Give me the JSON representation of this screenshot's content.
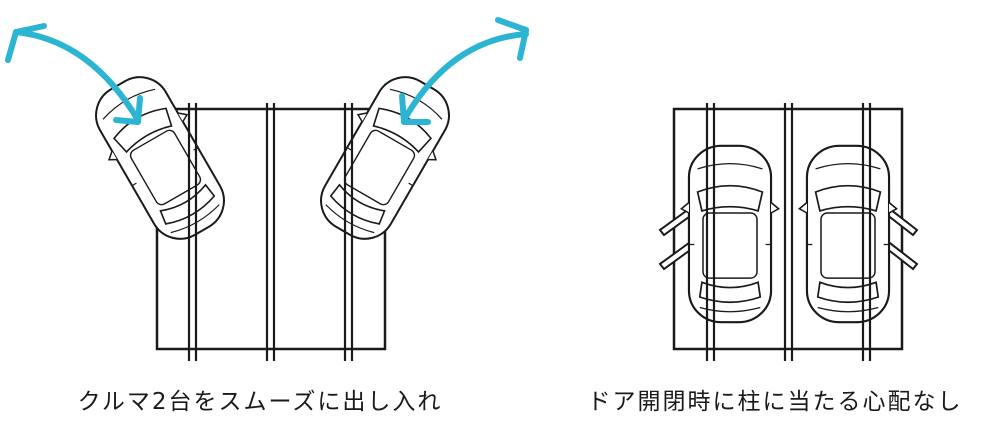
{
  "panels": [
    {
      "caption": "クルマ2台をスムーズに出し入れ",
      "car_count": 2,
      "pillar_count": 3
    },
    {
      "caption": "ドア開閉時に柱に当たる心配なし",
      "car_count": 2,
      "pillar_count": 3
    }
  ],
  "colors": {
    "arrow": "#2bb5d3",
    "line": "#1a1a1a",
    "background": "#ffffff"
  },
  "icons": [
    "curved-arrow-icon",
    "car-top-view-icon"
  ]
}
